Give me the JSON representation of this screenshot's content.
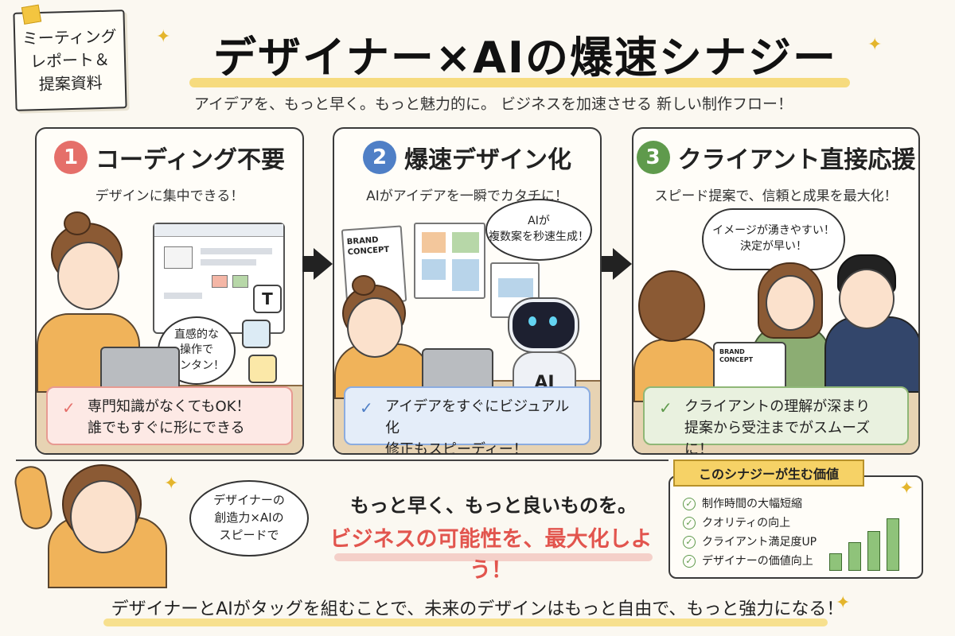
{
  "header": {
    "doc_tag": [
      "ミーティング",
      "レポート＆",
      "提案資料"
    ],
    "title": "デザイナー×AIの爆速シナジー",
    "subtitle": "アイデアを、もっと早く。もっと魅力的に。 ビジネスを加速させる 新しい制作フロー！"
  },
  "panels": [
    {
      "number": "1",
      "title": "コーディング不要",
      "subtitle": "デザインに集中できる！",
      "bubble": "直感的な\n操作で\nカンタン！",
      "callout": [
        "専門知識がなくてもOK！",
        "誰でもすぐに形にできる"
      ],
      "accent": "#e56f6a"
    },
    {
      "number": "2",
      "title": "爆速デザイン化",
      "subtitle": "AIがアイデアを一瞬でカタチに！",
      "bubble": "AIが\n複数案を秒速生成！",
      "brand_label": "BRAND\nCONCEPT",
      "robot_label": "AI",
      "callout": [
        "アイデアをすぐにビジュアル化",
        "修正もスピーディー！"
      ],
      "accent": "#4f7fc6"
    },
    {
      "number": "3",
      "title": "クライアント直接応援",
      "subtitle": "スピード提案で、信頼と成果を最大化！",
      "bubble": "イメージが湧きやすい！\n決定が早い！",
      "brand_label": "BRAND\nCONCEPT",
      "callout": [
        "クライアントの理解が深まり",
        "提案から受注までがスムーズに！"
      ],
      "accent": "#5f9a4c"
    }
  ],
  "bottom": {
    "bubble": "デザイナーの\n創造力×AIの\nスピードで",
    "message_1": "もっと早く、もっと良いものを。",
    "message_2": "ビジネスの可能性を、最大化しよう！",
    "value_title": "このシナジーが生む価値",
    "values": [
      "制作時間の大幅短縮",
      "クオリティの向上",
      "クライアント満足度UP",
      "デザイナーの価値向上"
    ]
  },
  "footer": "デザイナーとAIがタッグを組むことで、未来のデザインはもっと自由で、もっと強力になる！",
  "icons": {
    "check": "✓",
    "sparkle": "✦",
    "tile_text": "T"
  }
}
